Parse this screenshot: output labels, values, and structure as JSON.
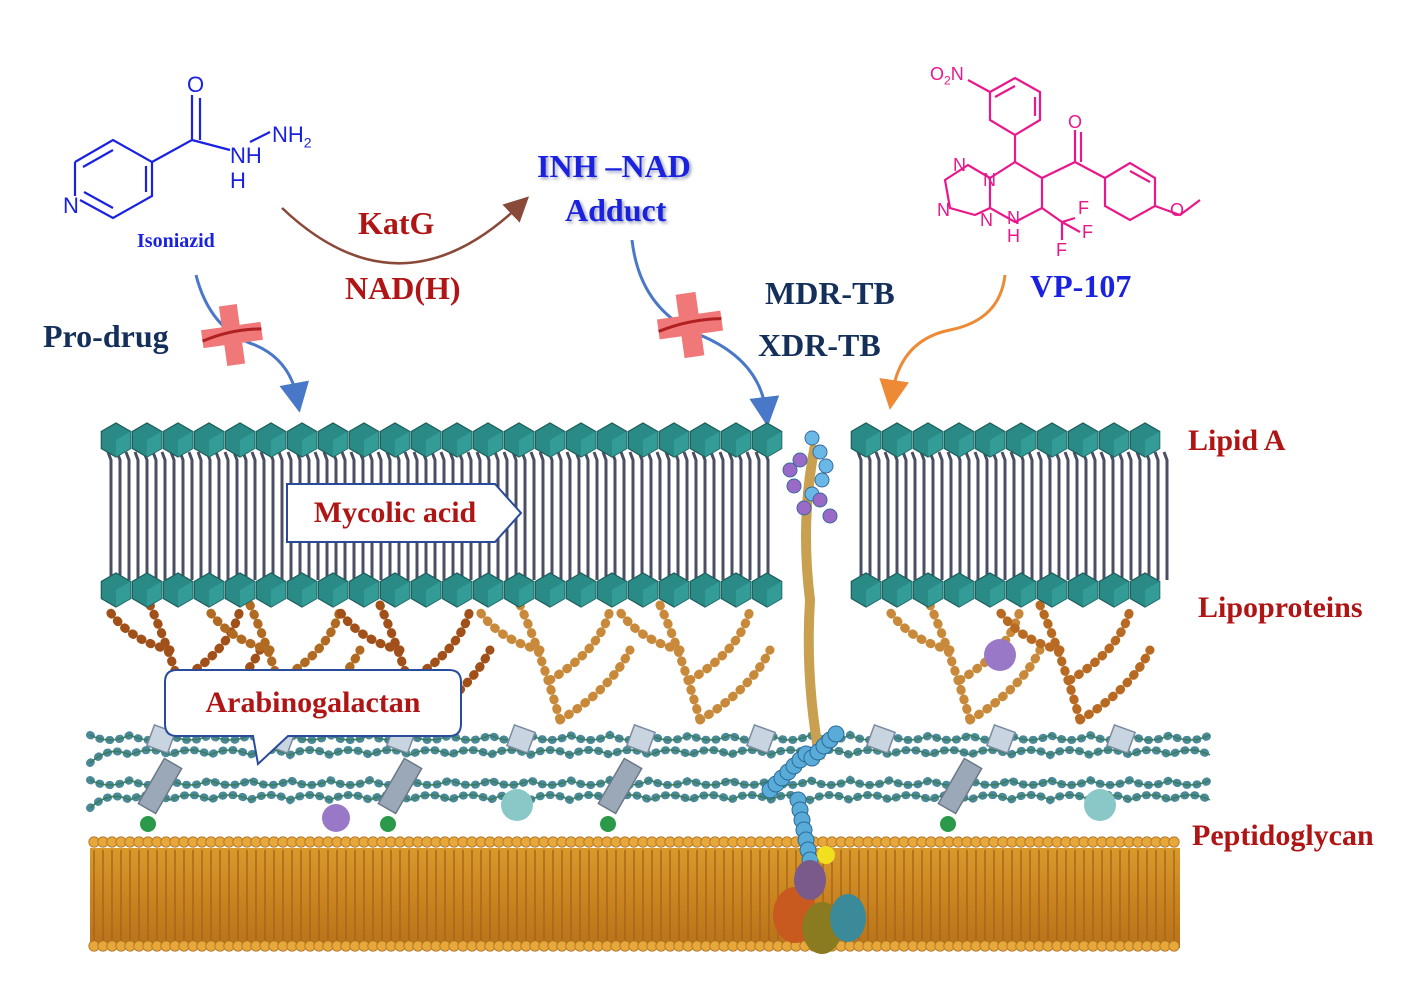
{
  "isoniazid": {
    "name": "Isoniazid",
    "atoms": {
      "o": "O",
      "n_ring": "N",
      "nh": "NH",
      "h": "H",
      "nh2": "NH",
      "nh2_sub": "2"
    },
    "color": "#1a22e0"
  },
  "vp107": {
    "name": "VP-107",
    "atoms": {
      "no2_o": "O",
      "no2_sub": "2",
      "no2_n": "N",
      "o_carbonyl": "O",
      "n1": "N",
      "n2": "N",
      "n3": "N",
      "n4": "N",
      "nh": "N",
      "h": "H",
      "f1": "F",
      "f2": "F",
      "f3": "F",
      "o_methoxy": "O"
    },
    "color": "#e8188a"
  },
  "reaction": {
    "enzyme": "KatG",
    "cofactor": "NAD(H)"
  },
  "adduct": {
    "line1": "INH –NAD",
    "line2": "Adduct"
  },
  "labels": {
    "prodrug": "Pro-drug",
    "mdr": "MDR-TB",
    "xdr": "XDR-TB",
    "mycolic": "Mycolic acid",
    "arabinogalactan": "Arabinogalactan"
  },
  "layers": {
    "lipid_a": "Lipid A",
    "lipoproteins": "Lipoproteins",
    "peptidoglycan": "Peptidoglycan"
  },
  "colors": {
    "navy_text": "#14305a",
    "red_text": "#b01515",
    "blue_text": "#1a22e0",
    "magenta": "#e8188a",
    "teal_head": "#2a8a86",
    "lipid_tail": "#4a4f63",
    "brown_chain": "#b86a22",
    "blue_arrow": "#4a78c8",
    "orange_arrow": "#ee8a35",
    "cross": "#f07878"
  }
}
